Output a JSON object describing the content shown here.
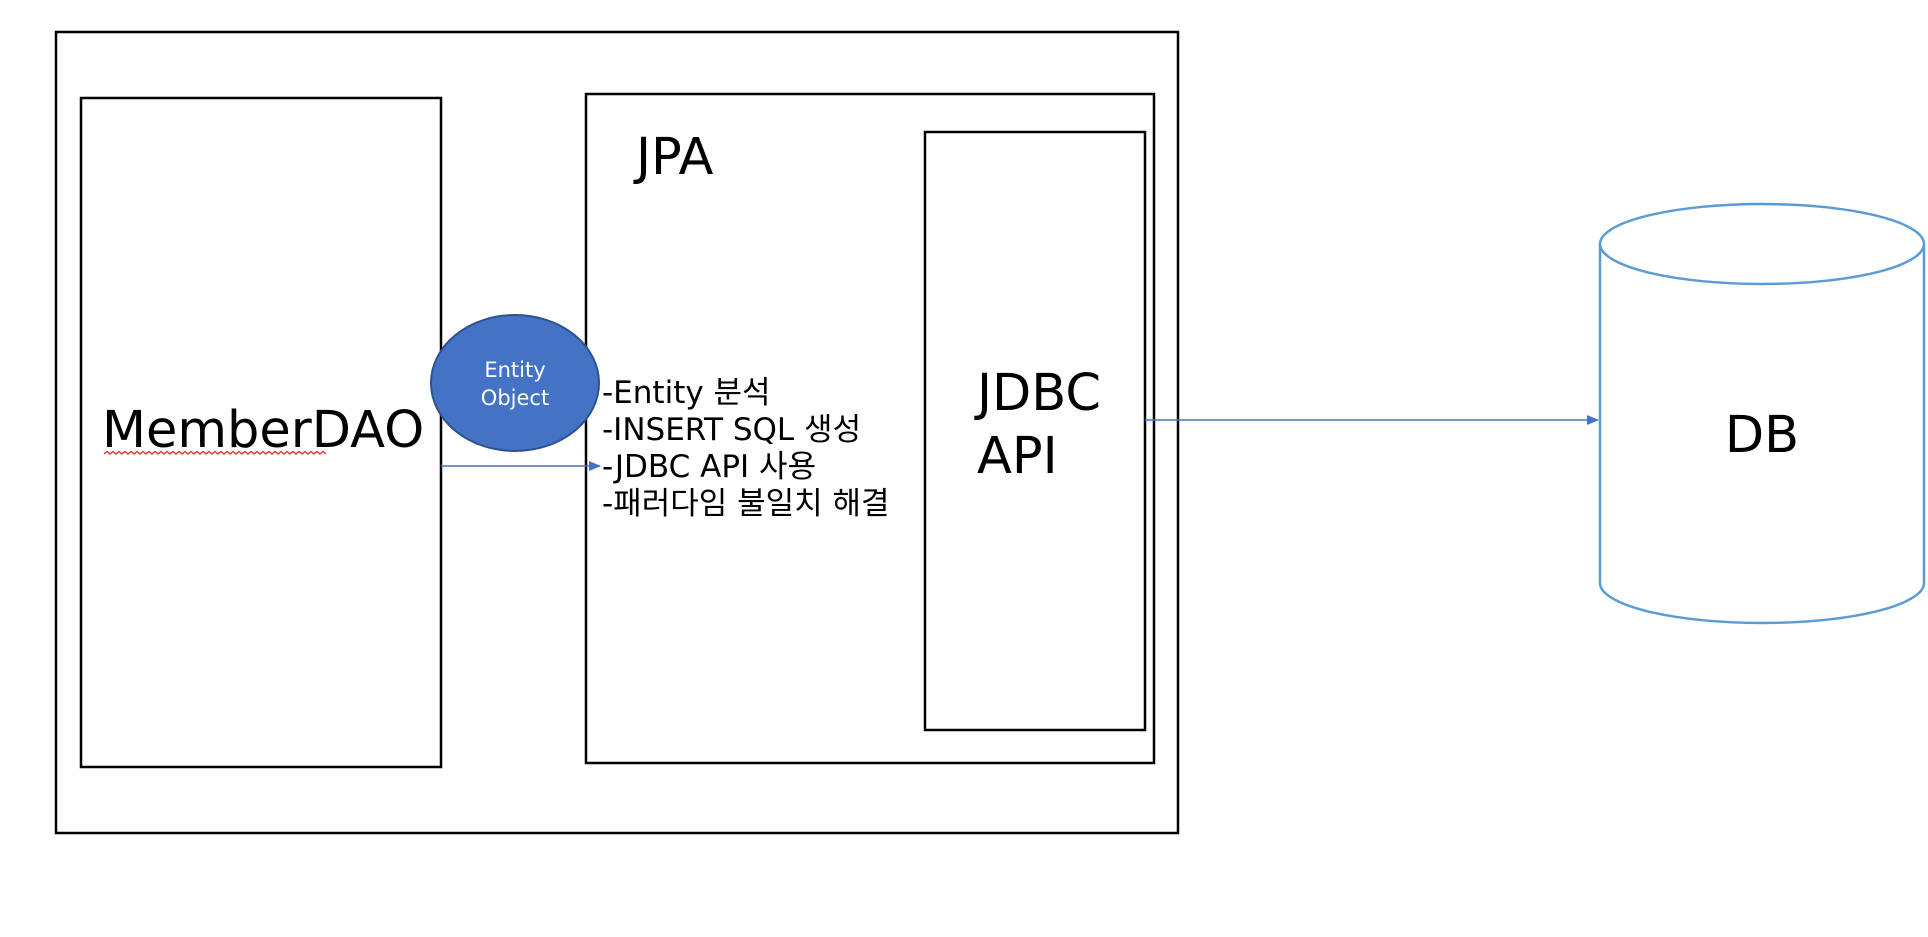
{
  "diagram": {
    "member_dao": {
      "label": "MemberDAO"
    },
    "entity_object": {
      "line1": "Entity",
      "line2": "Object"
    },
    "jpa": {
      "title": "JPA",
      "features": [
        "-Entity 분석",
        "-INSERT SQL 생성",
        "-JDBC API 사용",
        "-패러다임 불일치 해결"
      ]
    },
    "jdbc_api": {
      "line1": "JDBC",
      "line2": "API"
    },
    "db": {
      "label": "DB"
    },
    "colors": {
      "box_stroke": "#000000",
      "entity_fill": "#4472C4",
      "entity_stroke": "#2F528F",
      "arrow": "#4472C4",
      "db_stroke": "#5B9BD5",
      "squiggle": "#E03030"
    }
  }
}
